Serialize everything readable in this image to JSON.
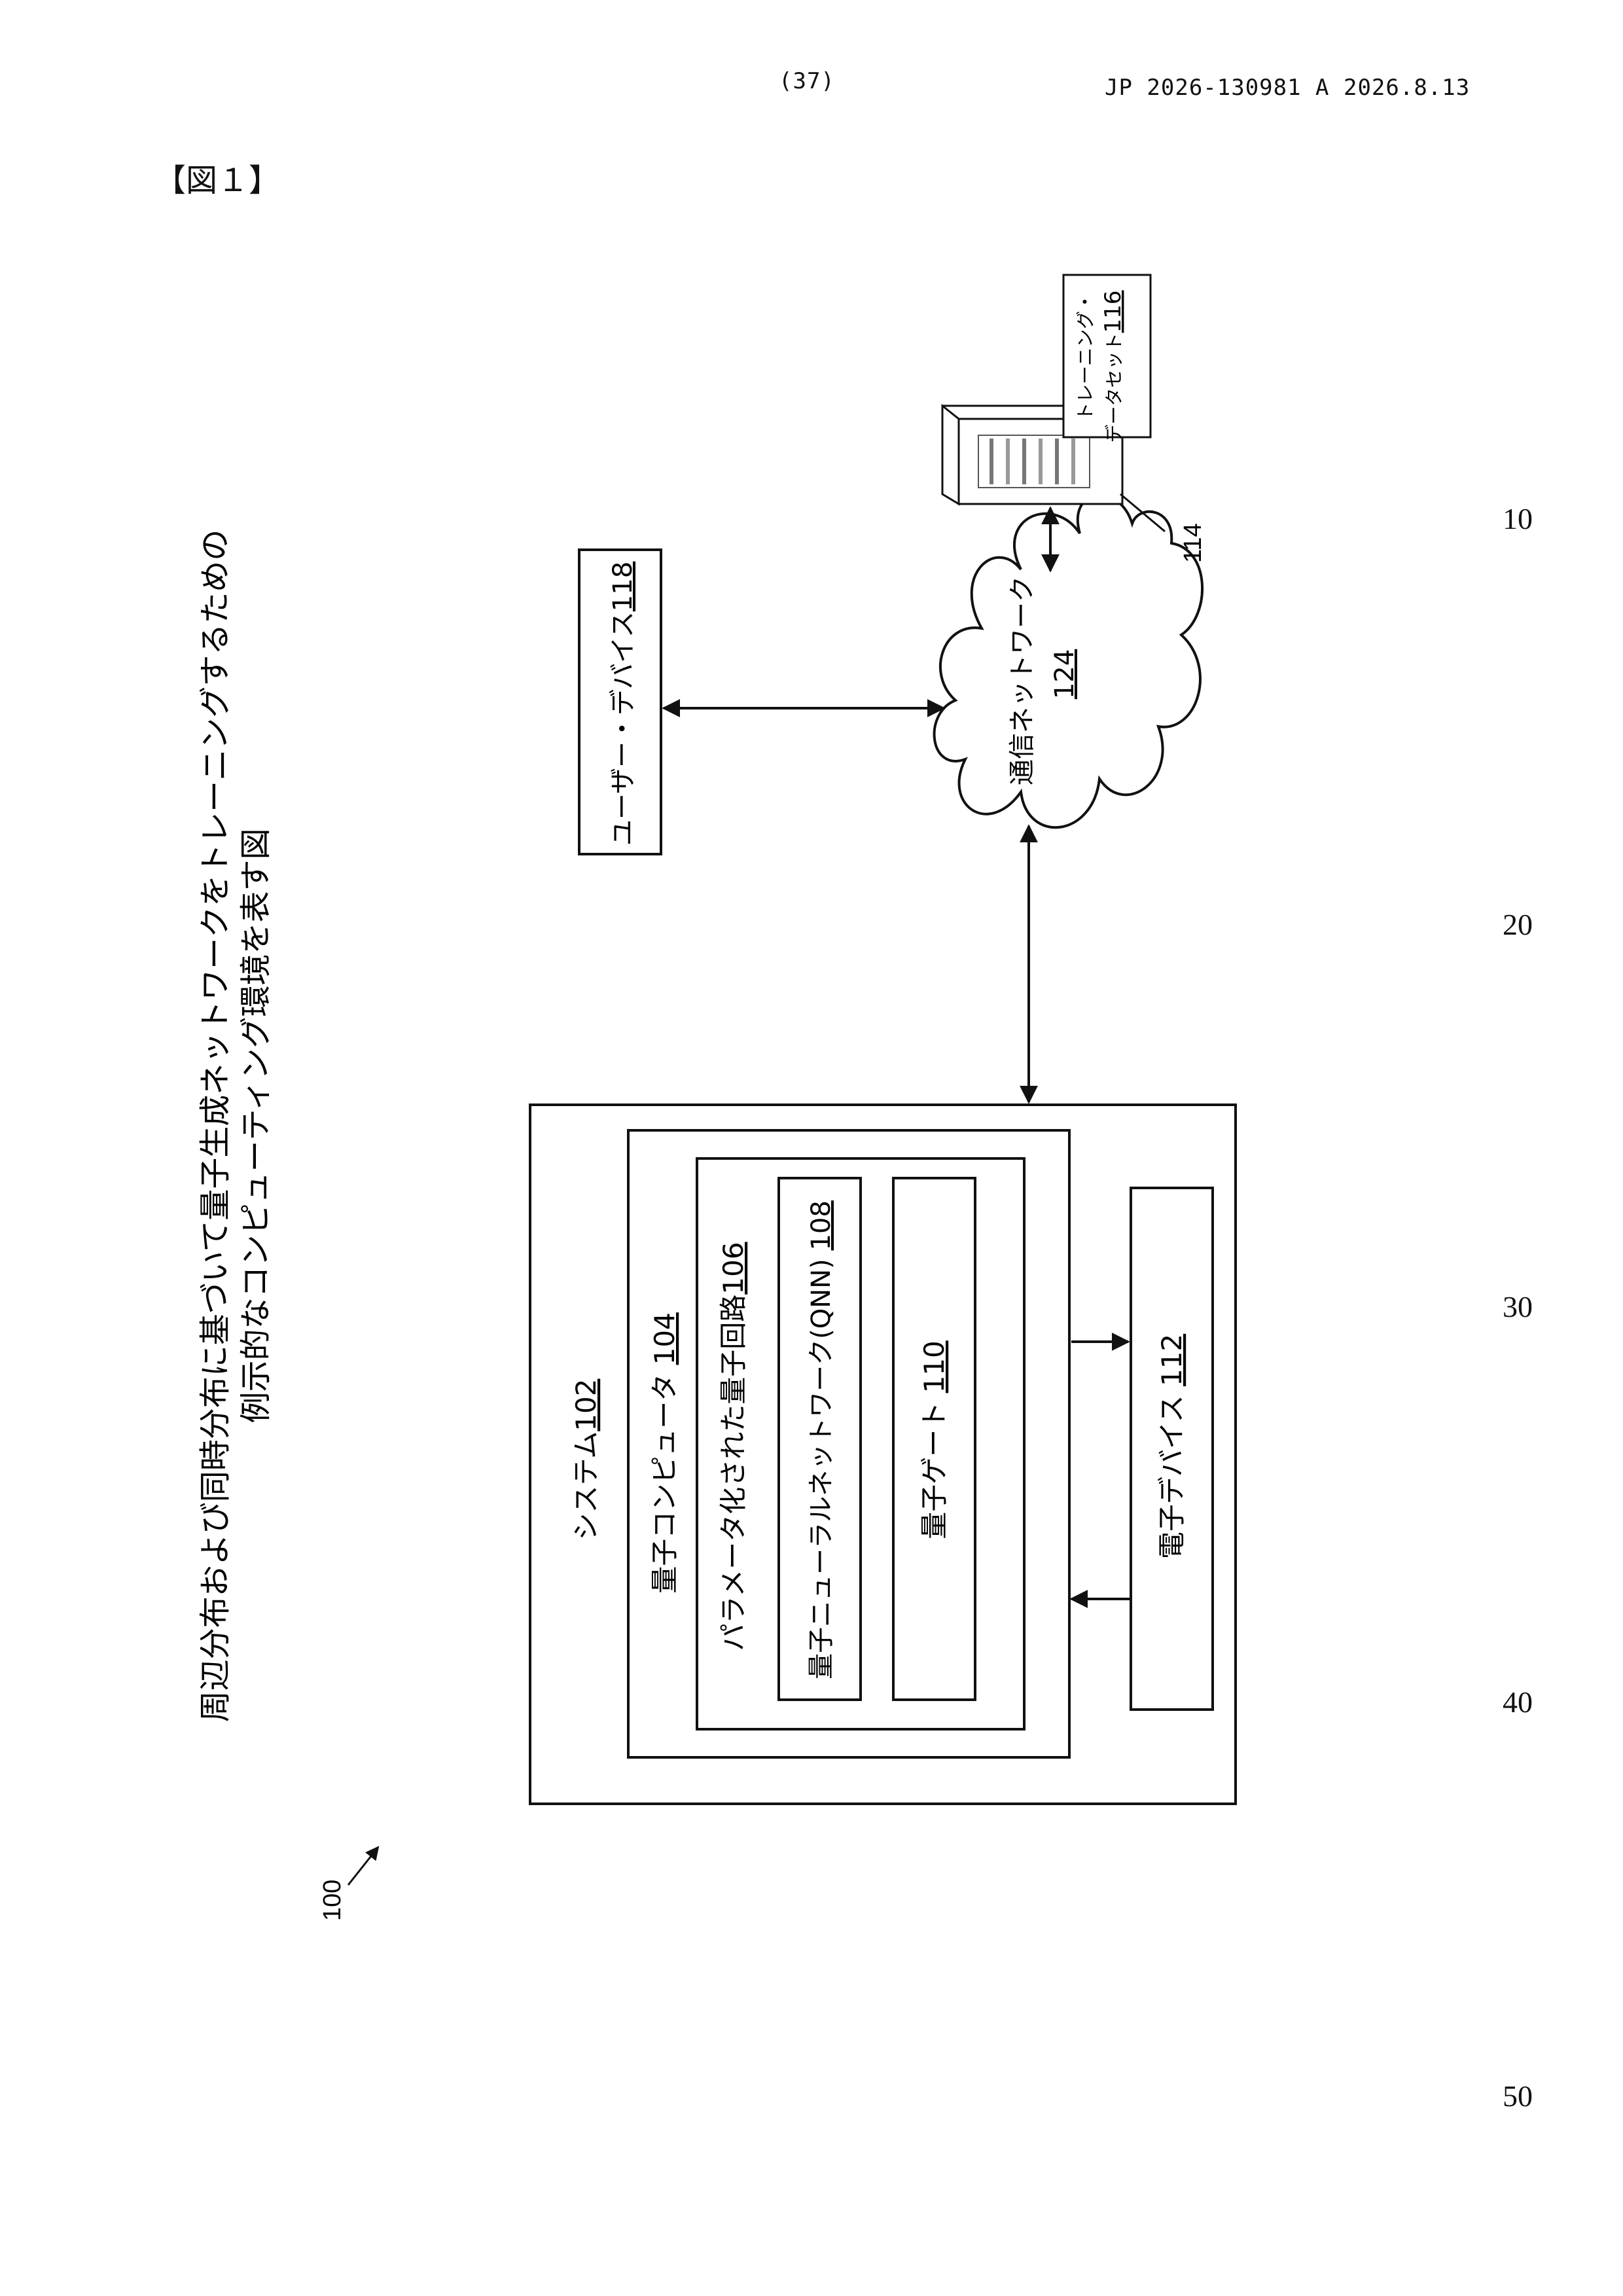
{
  "header": {
    "page_number": "(37)",
    "publication": "JP  2026-130981  A  2026.8.13"
  },
  "figure_label": "【図１】",
  "figure": {
    "title_line1": "周辺分布および同時分布に基づいて量子生成ネットワークをトレーニングするための",
    "title_line2": "例示的なコンピューティング環境を表す図",
    "ref_100": "100",
    "system": {
      "label": "システム",
      "ref": "102"
    },
    "quantum_computer": {
      "label": "量子コンピュータ ",
      "ref": "104"
    },
    "parameterized_circuit": {
      "label": "パラメータ化された量子回路",
      "ref": "106"
    },
    "qnn": {
      "label": "量子ニューラルネットワーク(QNN) ",
      "ref": "108"
    },
    "quantum_gate": {
      "label": "量子ゲート ",
      "ref": "110"
    },
    "electronic_device": {
      "label": "電子デバイス ",
      "ref": "112"
    },
    "network": {
      "label": "通信ネットワーク",
      "ref": "124"
    },
    "user_device": {
      "label": "ユーザー・デバイス",
      "ref": "118"
    },
    "server_ref": "114",
    "training_dataset": {
      "line1": "トレーニング・",
      "line2": "データセット",
      "ref": "116"
    }
  },
  "line_numbers": [
    "10",
    "20",
    "30",
    "40",
    "50"
  ]
}
